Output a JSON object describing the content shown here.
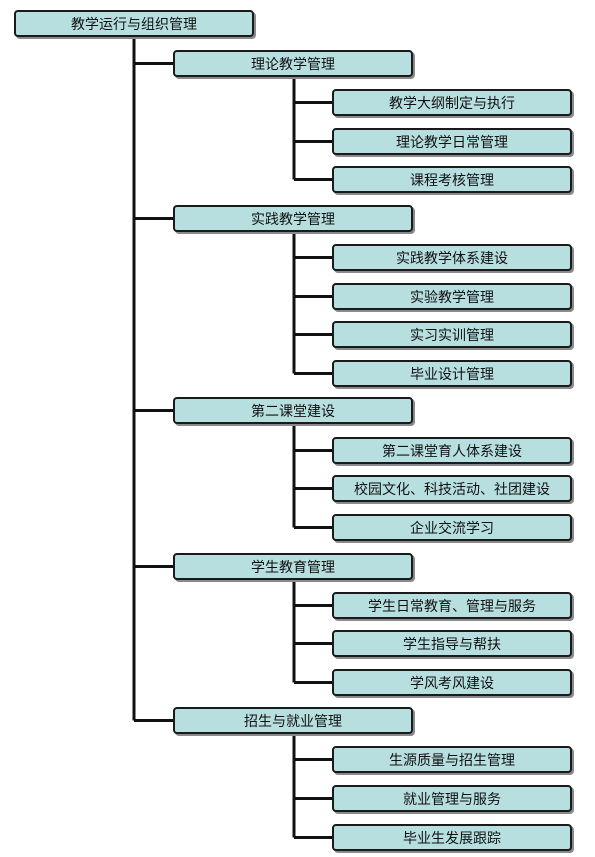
{
  "root": "教学运行与组织管理",
  "categories": [
    {
      "label": "理论教学管理",
      "items": [
        "教学大纲制定与执行",
        "理论教学日常管理",
        "课程考核管理"
      ]
    },
    {
      "label": "实践教学管理",
      "items": [
        "实践教学体系建设",
        "实验教学管理",
        "实习实训管理",
        "毕业设计管理"
      ]
    },
    {
      "label": "第二课堂建设",
      "items": [
        "第二课堂育人体系建设",
        "校园文化、科技活动、社团建设",
        "企业交流学习"
      ]
    },
    {
      "label": "学生教育管理",
      "items": [
        "学生日常教育、管理与服务",
        "学生指导与帮扶",
        "学风考风建设"
      ]
    },
    {
      "label": "招生与就业管理",
      "items": [
        "生源质量与招生管理",
        "就业管理与服务",
        "毕业生发展跟踪"
      ]
    }
  ]
}
